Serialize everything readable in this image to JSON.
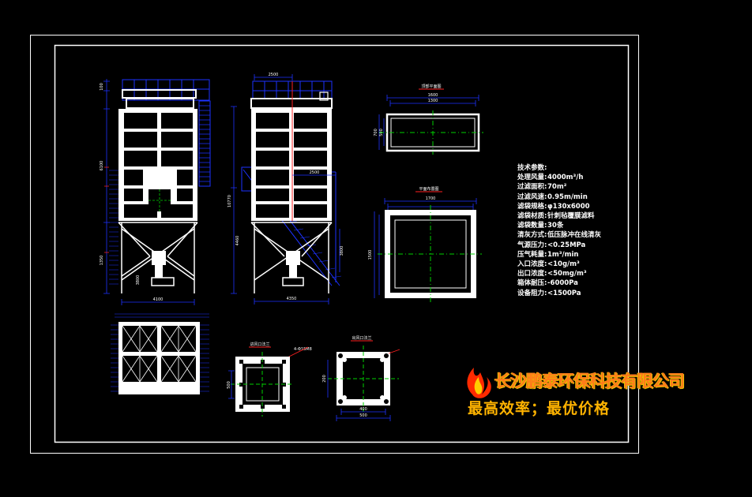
{
  "views": {
    "top_view_title": "顶部平面图",
    "plan_title": "平面布置图",
    "flange_a_title": "进风口法兰",
    "flange_b_title": "出风口法兰"
  },
  "dimensions": {
    "front_overall_width": "4100",
    "side_overall_width": "4350",
    "side_top_width": "2500",
    "side_mid_width": "2500",
    "front_heights": [
      "1350",
      "6100",
      "3800",
      "100"
    ],
    "side_heights": [
      "10770",
      "4460",
      "3800"
    ],
    "top_widths": [
      "1600",
      "1300"
    ],
    "top_heights": [
      "500",
      "700"
    ],
    "plan_width": "1700",
    "plan_height": "1500",
    "flange_a_height": "500",
    "flange_a_diag": "4-Φ15M8",
    "flange_b_widths": [
      "400",
      "500"
    ],
    "flange_b_height": "200"
  },
  "specs": [
    {
      "k": "技术参数:",
      "v": ""
    },
    {
      "k": "处理风量:",
      "v": "4000m³/h"
    },
    {
      "k": "过滤面积:",
      "v": "70m²"
    },
    {
      "k": "过滤风速:",
      "v": "0.95m/min"
    },
    {
      "k": "滤袋规格:",
      "v": "φ130x6000"
    },
    {
      "k": "滤袋材质:",
      "v": "针刺毡覆膜滤料"
    },
    {
      "k": "滤袋数量:",
      "v": "30条"
    },
    {
      "k": "清灰方式:",
      "v": "低压脉冲在线清灰"
    },
    {
      "k": "气源压力:",
      "v": "<0.25MPa"
    },
    {
      "k": "压气耗量:",
      "v": "1m³/min"
    },
    {
      "k": "入口浓度:",
      "v": "<10g/m³"
    },
    {
      "k": "出口浓度:",
      "v": "<50mg/m³"
    },
    {
      "k": "箱体耐压:",
      "v": "-6000Pa"
    },
    {
      "k": "设备阻力:",
      "v": "<1500Pa"
    }
  ],
  "company": {
    "name": "长沙鹏泰环保科技有限公司",
    "slogan": "最高效率；最优价格"
  },
  "colors": {
    "background": "#000000",
    "line": "#ffffff",
    "dim": "#1d32ff",
    "center": "#00d000",
    "mark": "#ff2020",
    "company": "#ff7b1a"
  }
}
